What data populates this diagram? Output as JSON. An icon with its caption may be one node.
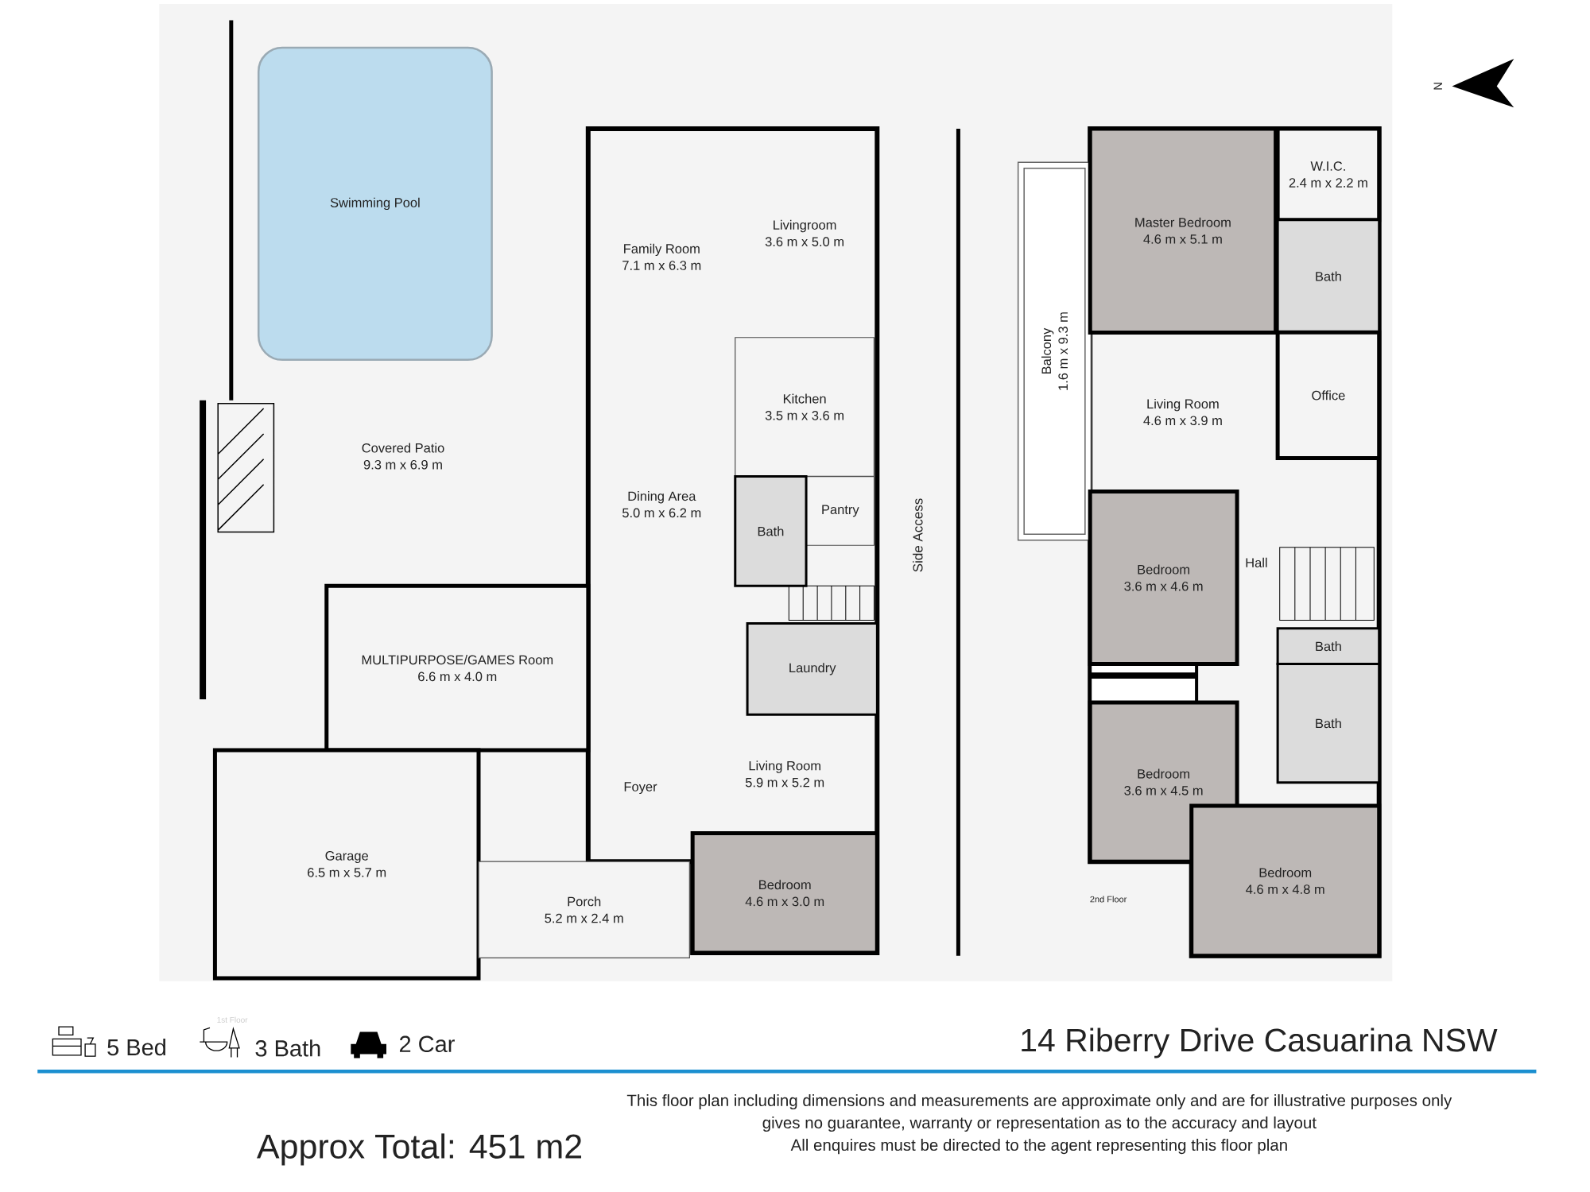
{
  "diagram": {
    "title": "14 Riberry Drive Casuarina NSW",
    "nodes": [
      {
        "text": [
          "Swimming Pool"
        ]
      },
      {
        "text": [
          "Covered Patio",
          "9.3 m x 6.9 m"
        ]
      },
      {
        "text": [
          "Family Room",
          "7.1 m x 6.3 m"
        ]
      },
      {
        "text": [
          "Livingroom",
          "3.6 m x 5.0 m"
        ]
      },
      {
        "text": [
          "Kitchen",
          "3.5 m x 3.6 m"
        ]
      },
      {
        "text": [
          "Pantry"
        ]
      },
      {
        "text": [
          "Bath"
        ]
      },
      {
        "text": [
          "Dining Area",
          "5.0 m x 6.2 m"
        ]
      },
      {
        "text": [
          "Laundry"
        ]
      },
      {
        "text": [
          "MULTIPURPOSE/GAMES Room",
          "6.6 m x 4.0 m"
        ]
      },
      {
        "text": [
          "Foyer"
        ]
      },
      {
        "text": [
          "Living Room",
          "5.9 m x 5.2 m"
        ]
      },
      {
        "text": [
          "Garage",
          "6.5 m x 5.7 m"
        ]
      },
      {
        "text": [
          "Porch",
          "5.2 m x 2.4 m"
        ]
      },
      {
        "text": [
          "Bedroom",
          "4.6 m x 3.0 m"
        ]
      },
      {
        "text": [
          "Balcony",
          "1.6 m x 9.3 m"
        ]
      },
      {
        "text": [
          "Master Bedroom",
          "4.6 m x 5.1 m"
        ]
      },
      {
        "text": [
          "W.I.C.",
          "2.4 m x 2.2 m"
        ]
      },
      {
        "text": [
          "Bath"
        ]
      },
      {
        "text": [
          "Living Room",
          "4.6 m x 3.9 m"
        ]
      },
      {
        "text": [
          "Office"
        ]
      },
      {
        "text": [
          "Bedroom",
          "3.6 m x 4.6 m"
        ]
      },
      {
        "text": [
          "Hall"
        ]
      },
      {
        "text": [
          "Bath"
        ]
      },
      {
        "text": [
          "Bath"
        ]
      },
      {
        "text": [
          "Bedroom",
          "3.6 m x 4.5 m"
        ]
      },
      {
        "text": [
          "Bedroom",
          "4.6 m x 4.8 m"
        ]
      }
    ],
    "labels": [
      "Side Access",
      "N",
      "2nd Floor",
      "1st Floor",
      "5 Bed",
      "3 Bath",
      "2 Car",
      "Approx Total: 451 m2",
      "This floor plan including dimensions and measurements are approximate only and are for illustrative purposes only",
      "gives no guarantee, warranty or representation as to the accuracy  and layout",
      "All enquires must be directed to the agent representing this floor plan"
    ]
  }
}
